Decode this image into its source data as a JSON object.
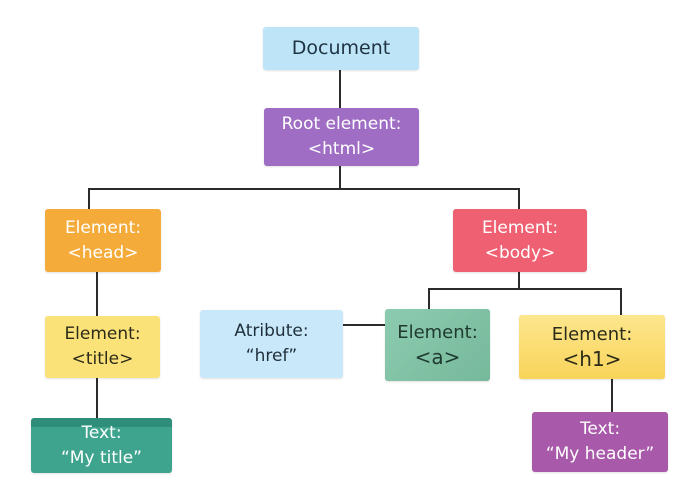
{
  "colors": {
    "connector": "#2b2b2b",
    "document": "#bde5f7",
    "root": "#9f6dc3",
    "head": "#f5ab3a",
    "body": "#ef6172",
    "title": "#fbe278",
    "text_title": "#3fa48e",
    "attribute": "#c9e9fb",
    "a": "#7dc4a4",
    "h1": "#fbdc6c",
    "text_header": "#a859a9"
  },
  "nodes": {
    "document": {
      "line1": "Document"
    },
    "root": {
      "line1": "Root element:",
      "line2": "<html>"
    },
    "head": {
      "line1": "Element:",
      "line2": "<head>"
    },
    "body": {
      "line1": "Element:",
      "line2": "<body>"
    },
    "title": {
      "line1": "Element:",
      "line2": "<title>"
    },
    "text_title": {
      "line1": "Text:",
      "line2": "“My title”"
    },
    "attribute": {
      "line1": "Atribute:",
      "line2": "“href”"
    },
    "a": {
      "line1": "Element:",
      "line2": "<a>"
    },
    "h1": {
      "line1": "Element:",
      "line2": "<h1>"
    },
    "text_header": {
      "line1": "Text:",
      "line2": "“My header”"
    }
  }
}
